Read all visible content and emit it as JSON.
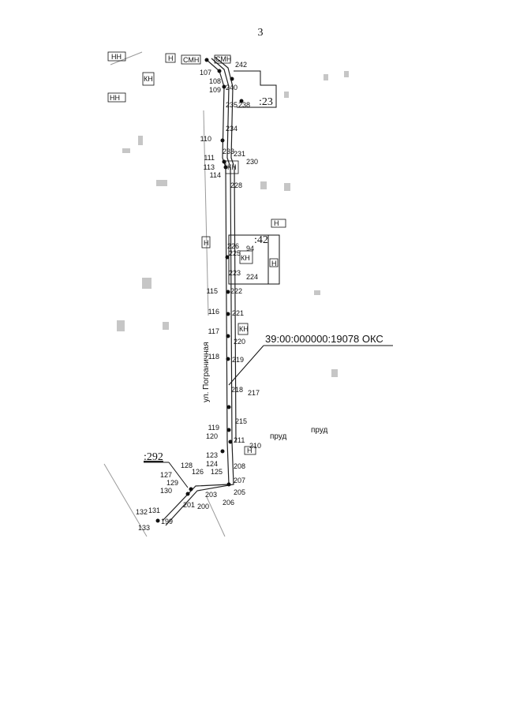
{
  "page_number": "3",
  "cadastral_label": "39:00:000000:19078 ОКС",
  "parcel_labels": {
    "p23": ":23",
    "p42": ":42",
    "p292": ":292"
  },
  "street_label": "ул. Пограничная",
  "pond_labels": [
    "пруд",
    "пруд"
  ],
  "building_marks": [
    "СМН",
    "НН",
    "Н",
    "КН",
    "СМН",
    "КН",
    "НН",
    "Н",
    "КН",
    "94",
    "Н",
    "Н",
    "Н",
    "КН"
  ],
  "point_labels": {
    "left": [
      "107",
      "108",
      "109",
      "110",
      "111",
      "113",
      "114",
      "115",
      "116",
      "117",
      "118",
      "119",
      "120",
      "123",
      "124",
      "125",
      "126",
      "127",
      "128",
      "129",
      "130",
      "131",
      "132",
      "133"
    ],
    "right": [
      "242",
      "240",
      "235",
      "238",
      "234",
      "233",
      "231",
      "230",
      "228",
      "226",
      "225",
      "223",
      "224",
      "222",
      "221",
      "220",
      "219",
      "218",
      "217",
      "215",
      "211",
      "210",
      "208",
      "207",
      "205",
      "206",
      "203",
      "201",
      "200",
      "199"
    ]
  },
  "colors": {
    "ink": "#111111",
    "gray": "#9a9a9a",
    "route": "#222222"
  }
}
